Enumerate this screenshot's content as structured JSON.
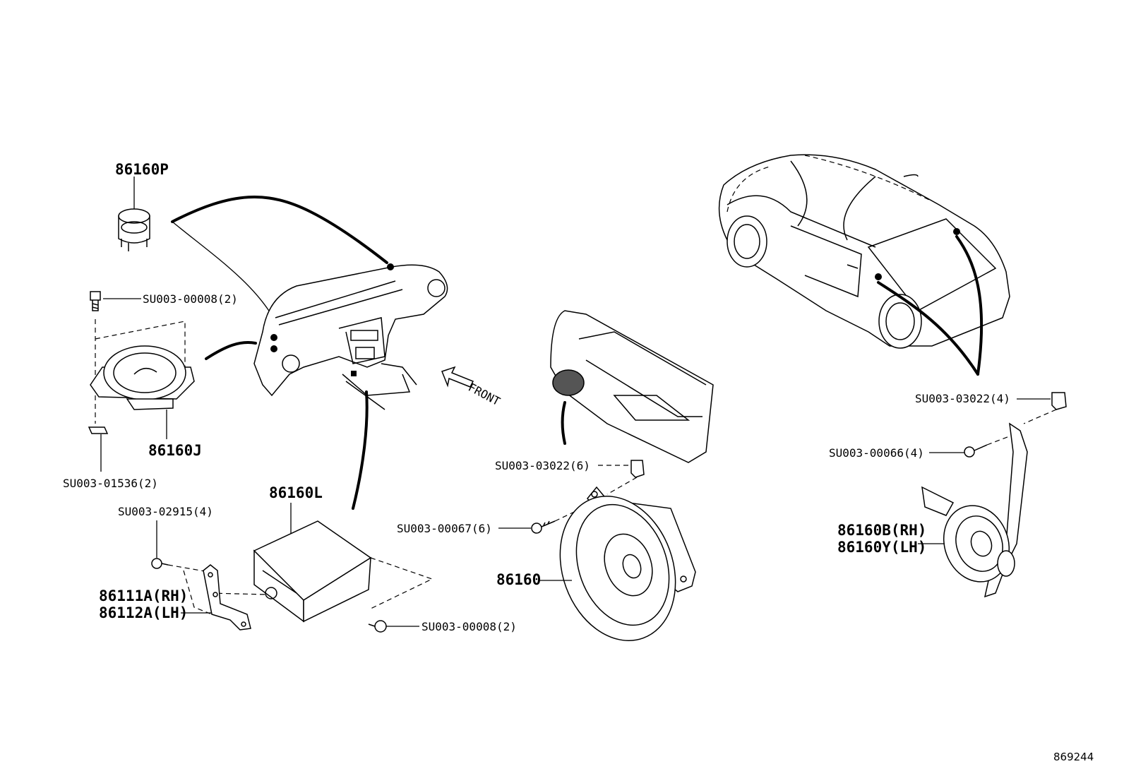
{
  "labels": {
    "p86160P": "86160P",
    "su00008_top": "SU003-00008(2)",
    "p86160J": "86160J",
    "su01536": "SU003-01536(2)",
    "su02915": "SU003-02915(4)",
    "p86160L": "86160L",
    "p86111A": "86111A(RH)",
    "p86112A": "86112A(LH)",
    "su00008_bot": "SU003-00008(2)",
    "su03022_mid": "SU003-03022(6)",
    "su00067": "SU003-00067(6)",
    "p86160": "86160",
    "su03022_right": "SU003-03022(4)",
    "su00066": "SU003-00066(4)",
    "p86160B": "86160B(RH)",
    "p86160Y": "86160Y(LH)",
    "front": "FRONT",
    "ref_number": "869244"
  },
  "icons": {
    "front_arrow": "front-arrow-icon"
  }
}
